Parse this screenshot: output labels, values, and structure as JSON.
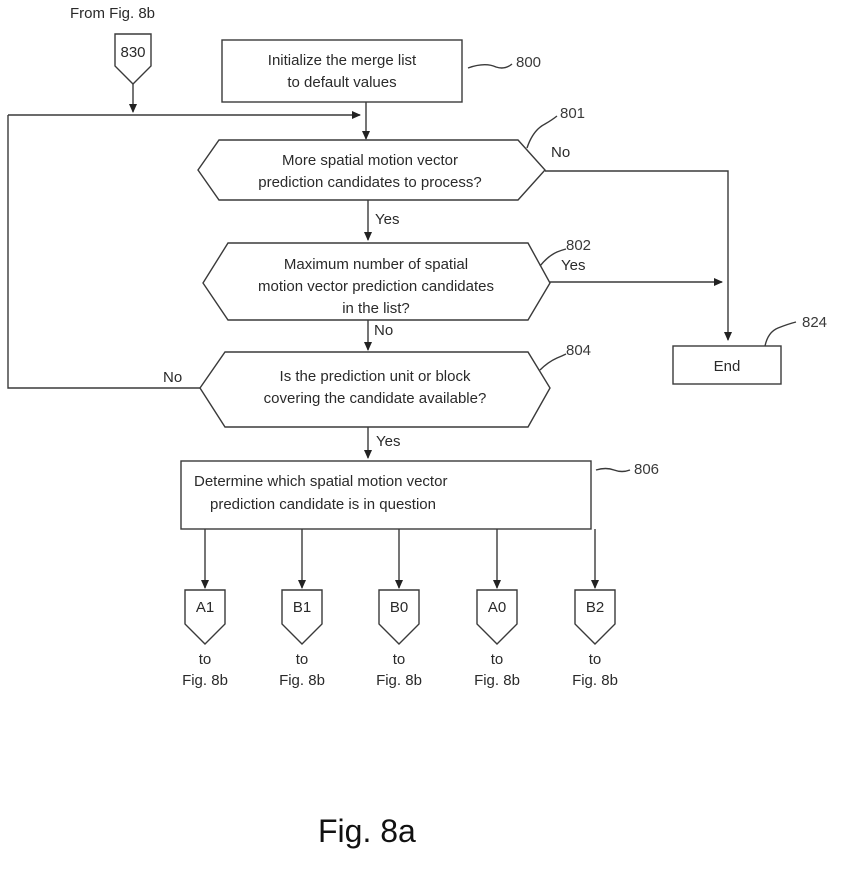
{
  "figure": {
    "caption": "Fig. 8a"
  },
  "entry_connector": {
    "source_label": "From Fig. 8b",
    "id": "830"
  },
  "nodes": {
    "init": {
      "ref": "800",
      "lines": [
        "Initialize the merge list",
        "to default values"
      ]
    },
    "more_candidates": {
      "ref": "801",
      "lines": [
        "More spatial motion vector",
        "prediction candidates to process?"
      ]
    },
    "max_reached": {
      "ref": "802",
      "lines": [
        "Maximum number of spatial",
        "motion vector prediction candidates",
        "in the list?"
      ]
    },
    "available": {
      "ref": "804",
      "lines": [
        "Is the prediction unit or block",
        "covering the candidate available?"
      ]
    },
    "determine": {
      "ref": "806",
      "lines": [
        "Determine which spatial motion vector",
        "prediction candidate is in question"
      ]
    },
    "end": {
      "ref": "824",
      "label": "End"
    }
  },
  "edge_labels": {
    "more_no": "No",
    "more_yes": "Yes",
    "max_yes": "Yes",
    "max_no": "No",
    "avail_no": "No",
    "avail_yes": "Yes"
  },
  "exit_connectors": [
    {
      "id": "A1",
      "line1": "to",
      "line2": "Fig. 8b"
    },
    {
      "id": "B1",
      "line1": "to",
      "line2": "Fig. 8b"
    },
    {
      "id": "B0",
      "line1": "to",
      "line2": "Fig. 8b"
    },
    {
      "id": "A0",
      "line1": "to",
      "line2": "Fig. 8b"
    },
    {
      "id": "B2",
      "line1": "to",
      "line2": "Fig. 8b"
    }
  ]
}
